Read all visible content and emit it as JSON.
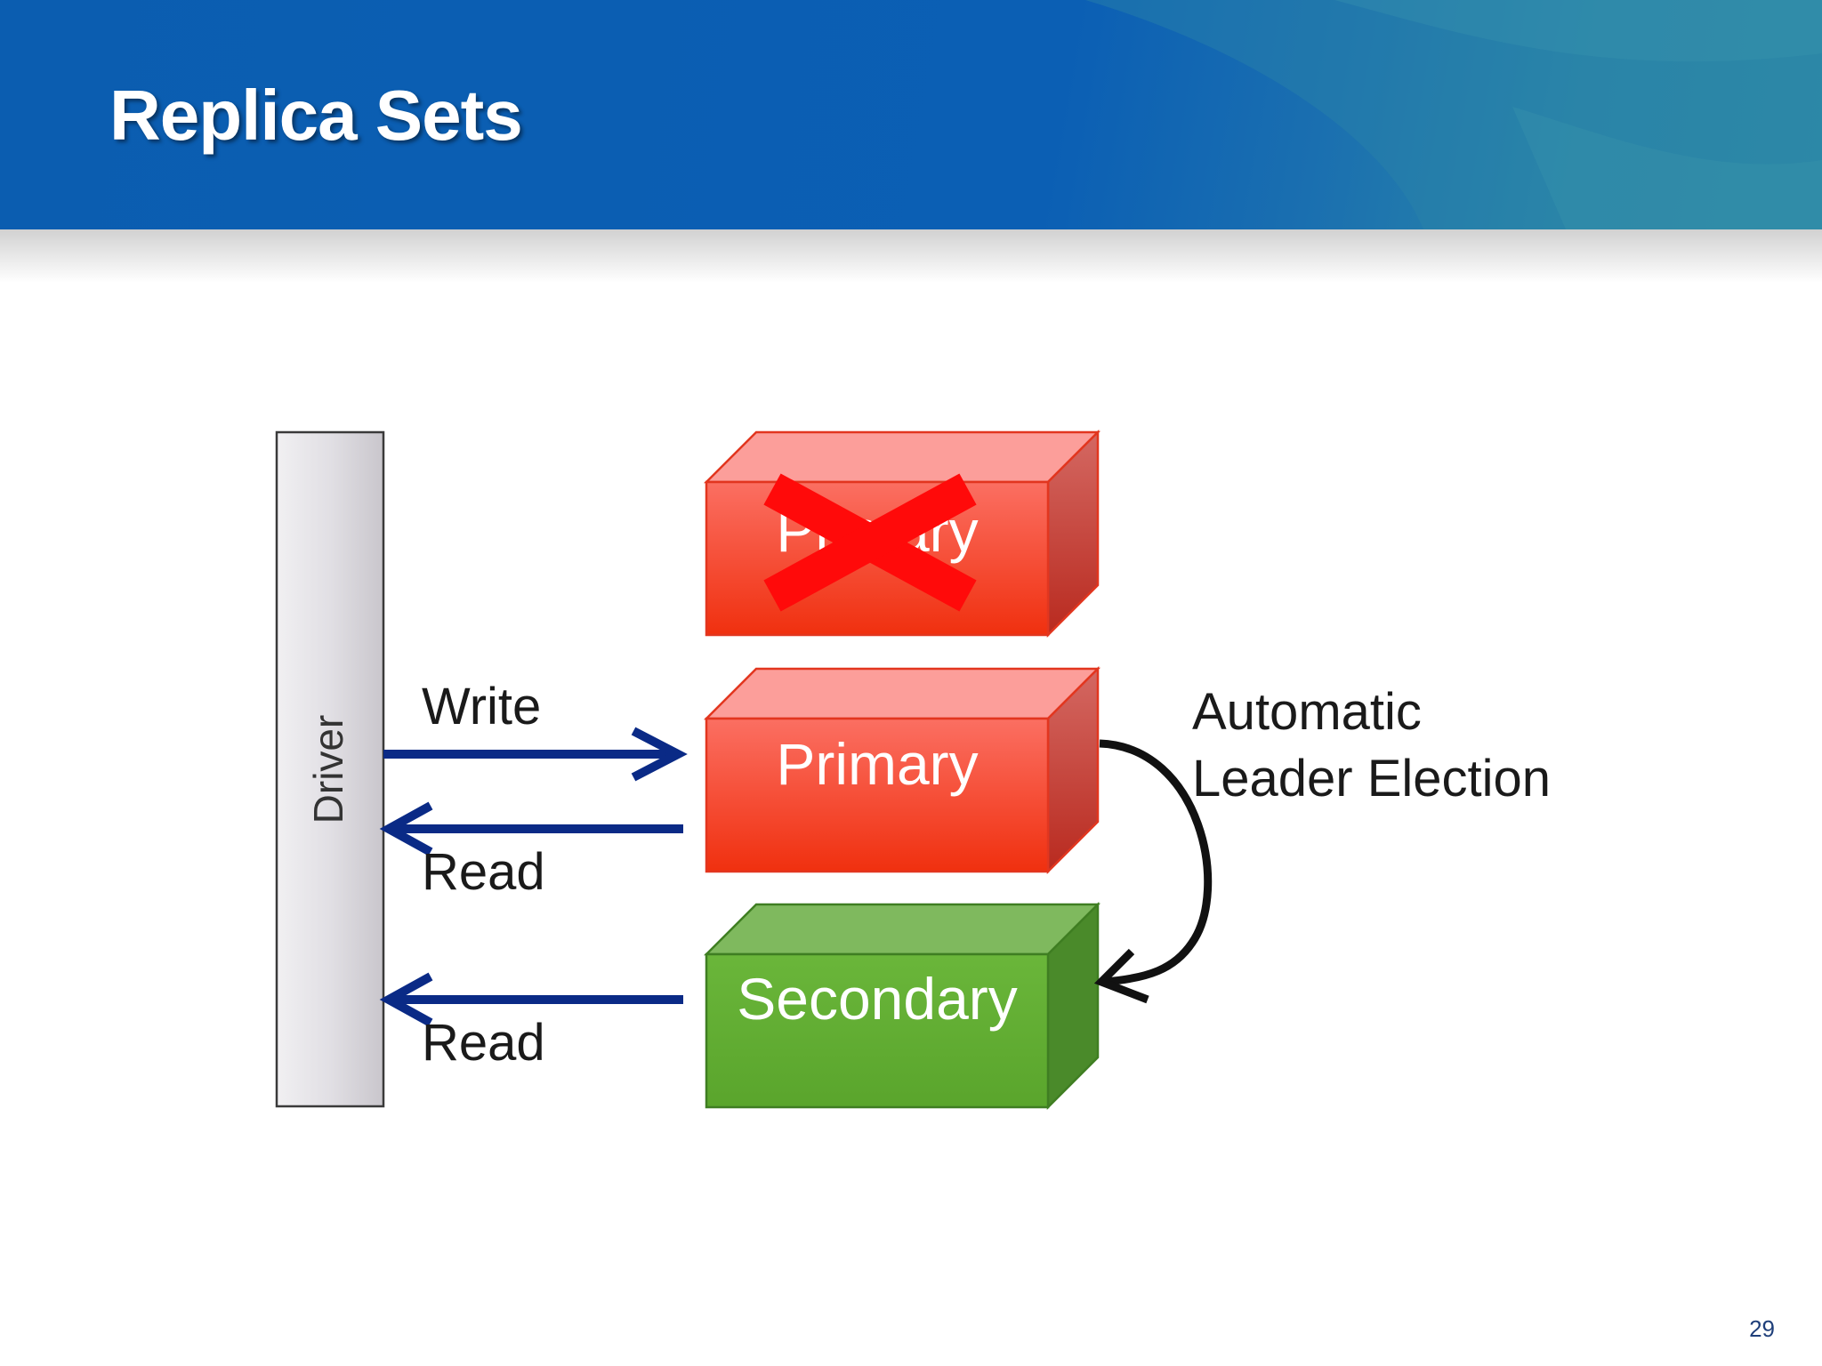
{
  "slide": {
    "title": "Replica Sets",
    "page_number": "29"
  },
  "diagram": {
    "driver_label": "Driver",
    "write_label": "Write",
    "read_label_primary": "Read",
    "read_label_secondary": "Read",
    "failed_node_label": "Primary",
    "primary_label": "Primary",
    "secondary_label": "Secondary",
    "election_label_line1": "Automatic",
    "election_label_line2": "Leader Election"
  },
  "colors": {
    "header_blue": "#0b5fb4",
    "arrow_navy": "#0a2a86",
    "primary_red": "#f13a22",
    "secondary_green": "#5fa832",
    "cross_red": "#ff0a0a"
  },
  "icons": {
    "failure_marker": "cross-icon"
  }
}
